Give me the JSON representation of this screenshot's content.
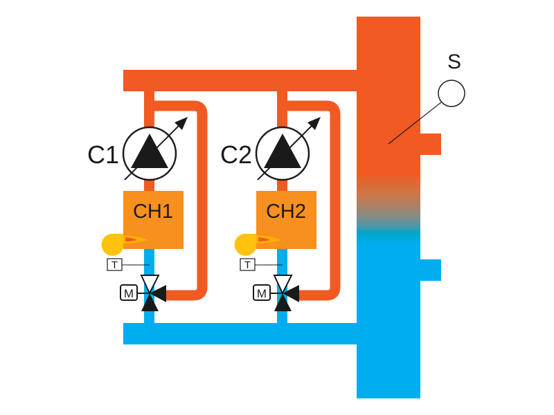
{
  "diagram": {
    "title": "Cascade boiler hydronic schematic",
    "colors": {
      "hot": "#f15a22",
      "cold": "#00aeef",
      "boiler": "#f7901e",
      "burner": "#ffc20e",
      "flame_outer": "#ffb000",
      "flame_inner": "#f15a22",
      "symbol": "#1a1a1a",
      "background": "#ffffff"
    },
    "separator": {
      "label": "S",
      "sensor_icon": "sensor-circle-icon"
    },
    "circuits": [
      {
        "pump_label": "C1",
        "boiler_label": "CH1",
        "temp_sensor_label": "T",
        "valve_actuator_label": "M"
      },
      {
        "pump_label": "C2",
        "boiler_label": "CH2",
        "temp_sensor_label": "T",
        "valve_actuator_label": "M"
      }
    ]
  }
}
